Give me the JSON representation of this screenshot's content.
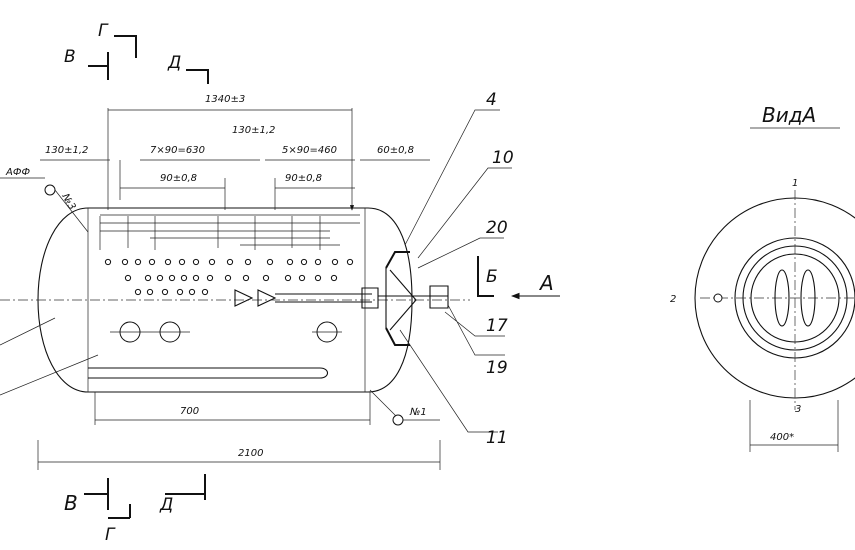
{
  "labels": {
    "section_v_top": "В",
    "section_g_top": "Г",
    "section_d_top": "Д",
    "section_v_bottom": "В",
    "section_g_bottom": "Г",
    "section_d_bottom": "Д",
    "arrow_a": "А",
    "arrow_b": "Б",
    "view_a_title": "ВидА",
    "view_num_1": "1",
    "view_num_2": "2",
    "view_num_3": "3",
    "flange_no1": "№1",
    "flange_no3": "№3",
    "aff": "АФФ"
  },
  "callouts": [
    "4",
    "10",
    "20",
    "17",
    "19",
    "11"
  ],
  "dimensions": {
    "overall_1340": "1340±3",
    "pitch_130_left": "130±1,2",
    "pitch_7x90": "7×90=630",
    "pitch_130_mid": "130±1,2",
    "pitch_5x90": "5×90=460",
    "pitch_60": "60±0,8",
    "pitch_90_a": "90±0,8",
    "pitch_90_b": "90±0,8",
    "length_700": "700",
    "length_2100": "2100",
    "view_400": "400*"
  }
}
